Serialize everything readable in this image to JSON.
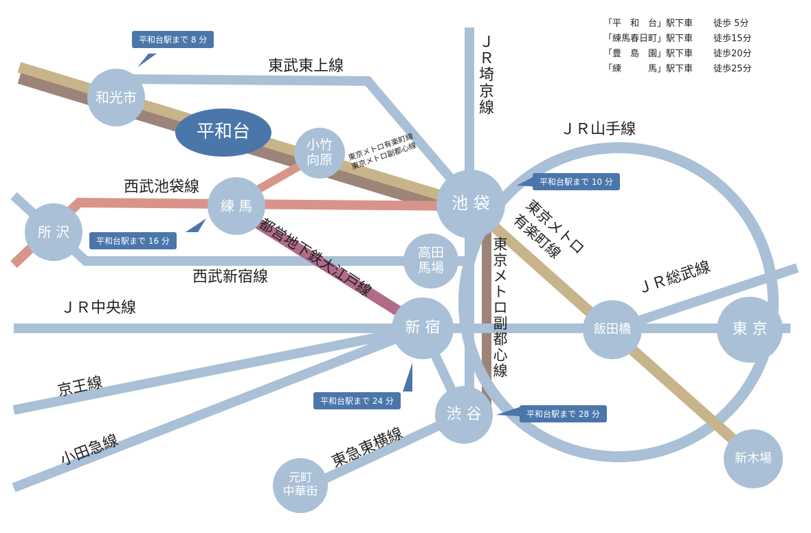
{
  "access_table": [
    {
      "station": "「平　和　台」駅下車",
      "walk": "徒歩 5分"
    },
    {
      "station": "「練馬春日町」駅下車",
      "walk": "徒歩15分"
    },
    {
      "station": "「豊　島　園」駅下車",
      "walk": "徒歩20分"
    },
    {
      "station": "「練　　　馬」駅下車",
      "walk": "徒歩25分"
    }
  ],
  "stations": {
    "wakoshi": "和光市",
    "heiwadai": "平和台",
    "kotake": "小竹\n向原",
    "nerima": "練 馬",
    "tokorozawa": "所 沢",
    "ikebukuro": "池 袋",
    "takadanobaba": "高田\n馬場",
    "shinjuku": "新 宿",
    "shibuya": "渋 谷",
    "motomachi": "元町\n中華街",
    "iidabashi": "飯田橋",
    "tokyo": "東 京",
    "shinkiba": "新木場"
  },
  "lines": {
    "tobu_tojo": "東武東上線",
    "jr_saikyo": "ＪＲ埼京線",
    "jr_yamanote": "ＪＲ山手線",
    "metro_yurakucho_fukutoshin": "東京メトロ有楽町線\n東京メトロ副都心線",
    "seibu_ikebukuro": "西武池袋線",
    "toei_oedo": "都営地下鉄大江戸線",
    "metro_yurakucho": "東京メトロ\n有楽町線",
    "metro_fukutoshin": "東京メトロ副都心線",
    "seibu_shinjuku": "西武新宿線",
    "jr_chuo": "ＪＲ中央線",
    "jr_sobu": "ＪＲ総武線",
    "keio": "京王線",
    "odakyu": "小田急線",
    "tokyu_toyoko": "東急東横線"
  },
  "callouts": {
    "from_wakoshi": "平和台駅まで 8 分",
    "from_ikebukuro": "平和台駅まで 10 分",
    "from_tokorozawa": "平和台駅まで 16 分",
    "from_shinjuku": "平和台駅まで 24 分",
    "from_shibuya": "平和台駅まで 28 分"
  },
  "colors": {
    "jr_line": "#a9c0d6",
    "seibu_ikebukuro": "#d8948a",
    "yurakucho": "#c8b48a",
    "fukutoshin": "#9c8478",
    "oedo": "#b06b8a",
    "tobu_tojo": "#a9c0d6",
    "callout_bg": "#4a76aa",
    "heiwadai_bg": "#4a76aa"
  }
}
